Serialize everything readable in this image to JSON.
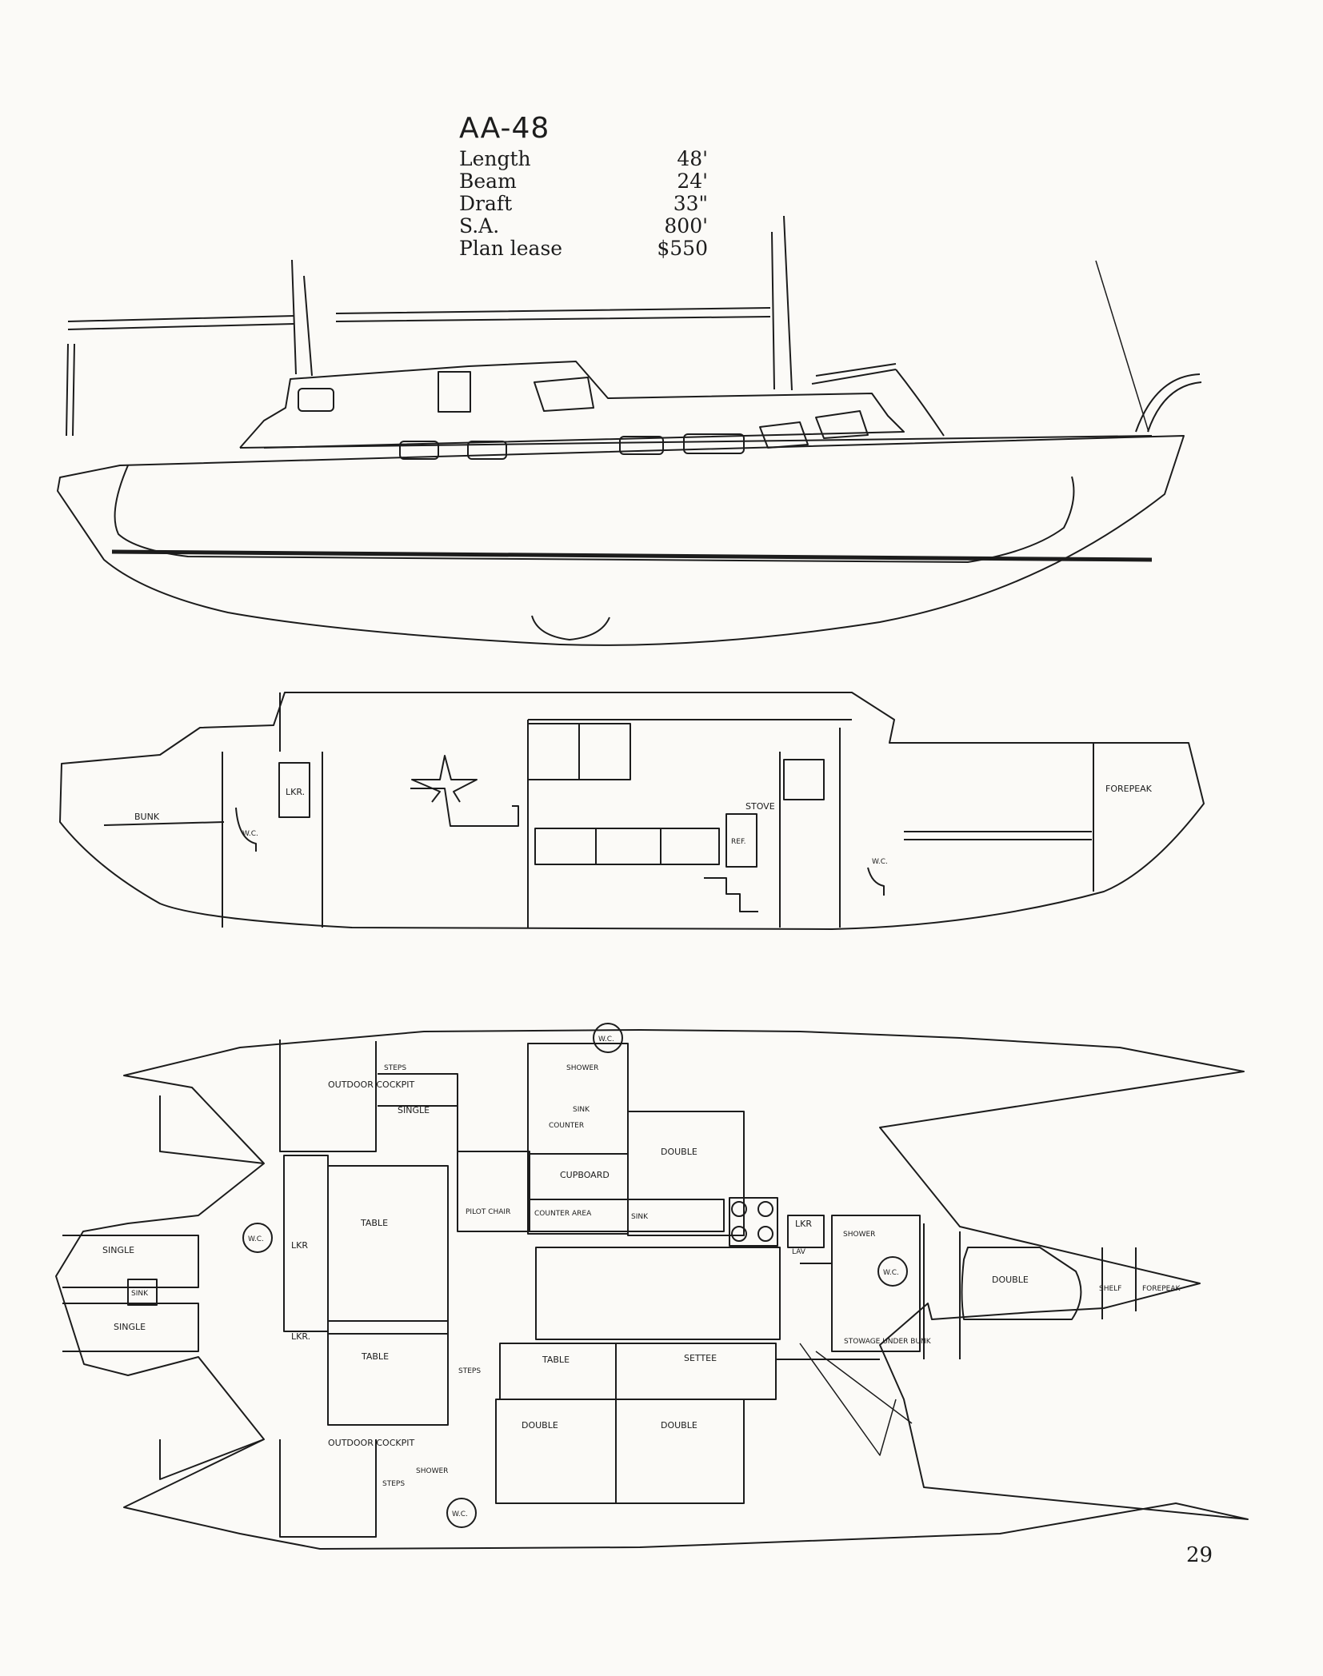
{
  "design": {
    "title": "AA-48",
    "specs": [
      {
        "label": "Length",
        "value": "48'"
      },
      {
        "label": "Beam",
        "value": "24'"
      },
      {
        "label": "Draft",
        "value": "33\""
      },
      {
        "label": "S.A.",
        "value": "800'"
      },
      {
        "label": "Plan lease",
        "value": "$550"
      }
    ]
  },
  "page_number": "29",
  "profile_labels": {
    "bunk": "BUNK",
    "wc": "W.C.",
    "lkr": "LKR.",
    "stove": "STOVE",
    "ref": "REF.",
    "wc2": "W.C.",
    "forepeak": "FOREPEAK"
  },
  "plan_labels": {
    "outdoor_cockpit_top": "OUTDOOR COCKPIT",
    "steps_top": "STEPS",
    "single_top": "SINGLE",
    "shower_top": "SHOWER",
    "wc_top": "W.C.",
    "sink_top": "SINK",
    "counter": "COUNTER",
    "double_top": "DOUBLE",
    "cupboard": "CUPBOARD",
    "counter_area": "COUNTER AREA",
    "sink_galley": "SINK",
    "table_top": "TABLE",
    "pilot_chair": "PILOT CHAIR",
    "lkr_top": "LKR",
    "lkr_fwd": "LKR",
    "lav": "LAV",
    "shower_fwd": "SHOWER",
    "wc_fwd": "W.C.",
    "double_fwd": "DOUBLE",
    "shelf": "SHELF",
    "forepeak": "FOREPEAK",
    "single_aft_top": "SINGLE",
    "wc_aft": "W.C.",
    "sink_aft": "SINK",
    "single_aft_bottom": "SINGLE",
    "lkr_bottom": "LKR.",
    "table_bottom": "TABLE",
    "steps_mid": "STEPS",
    "table_mid": "TABLE",
    "settee": "SETTEE",
    "stowage": "STOWAGE UNDER BUNK",
    "double_bl": "DOUBLE",
    "double_br": "DOUBLE",
    "outdoor_cockpit_bottom": "OUTDOOR COCKPIT",
    "steps_bottom": "STEPS",
    "shower_bottom": "SHOWER",
    "wc_bottom": "W.C."
  }
}
